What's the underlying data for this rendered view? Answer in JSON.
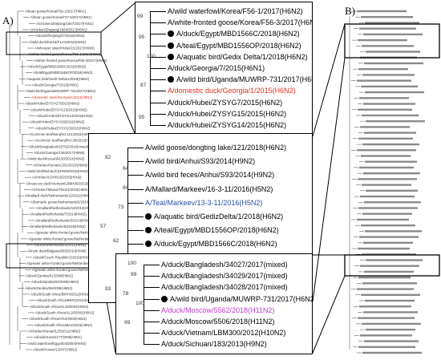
{
  "panel_a_label": "A)",
  "panel_b_label": "B)",
  "inset1": [
    {
      "text": "A/wild waterfowl/Korea/F56-1/2017(H6N2)",
      "color": "black",
      "dot": false
    },
    {
      "text": "A/white-fronted goose/Korea/F56-3/2017(H6N2)",
      "color": "black",
      "dot": false
    },
    {
      "text": "A/duck/Egypt/MBD1566C/2018(H6N2)",
      "color": "black",
      "dot": true
    },
    {
      "text": "A/teal/Egypt/MBD1556OP/2018(H6N2)",
      "color": "black",
      "dot": true
    },
    {
      "text": "A/aquatic bird/Gedix Delta/1/2018(H6N2)",
      "color": "black",
      "dot": true
    },
    {
      "text": "A/duck/Georgia/7/2015(H6N1)",
      "color": "black",
      "dot": false
    },
    {
      "text": "A/wild bird/Uganda/MUWRP-731/2017(H6N2)",
      "color": "black",
      "dot": true
    },
    {
      "text": "A/domestic duck/Georgia/1/2015(H6N2)",
      "color": "red",
      "dot": false
    },
    {
      "text": "A/duck/Hubei/ZYSYG7/2015(H6N2)",
      "color": "black",
      "dot": false
    },
    {
      "text": "A/duck/Hubei/ZYSYG15/2015(H6N2)",
      "color": "black",
      "dot": false
    },
    {
      "text": "A/duck/Hubei/ZYSYG14/2015(H6N2)",
      "color": "black",
      "dot": false
    }
  ],
  "inset1_bootstrap": [
    "99",
    "95",
    "100",
    "87",
    "95"
  ],
  "inset2": [
    {
      "text": "A/wild goose/dongting lake/121/2018(H6N2)",
      "color": "black",
      "dot": false
    },
    {
      "text": "A/wild bird/Anhui/S93/2014(H9N2)",
      "color": "black",
      "dot": false
    },
    {
      "text": "A/wild bird feces/Anhui/S93/2014(H9N2)",
      "color": "black",
      "dot": false
    },
    {
      "text": "A/Mallard/Markeev/16-3-11/2016(H5N2)",
      "color": "black",
      "dot": false
    },
    {
      "text": "A/Teal/Markeev/13-3-11/2016(H5N2)",
      "color": "blue",
      "dot": false
    },
    {
      "text": "A/aquatic bird/GedizDelta/1/2018(H6N2)",
      "color": "black",
      "dot": true
    },
    {
      "text": "A/teal/Egypt/MBD1556OP/2018(H6N2)",
      "color": "black",
      "dot": true
    },
    {
      "text": "A/duck/Egypt/MBD1566C/2018(H6N2)",
      "color": "black",
      "dot": true
    },
    {
      "text": "A/mallard duck/Netherlands/56/2015(H3N2)",
      "color": "black",
      "dot": false
    },
    {
      "text": "A/mallard duck/Netherlands/18/2012(H4N2)",
      "color": "black",
      "dot": false
    },
    {
      "text": "A/mallard/Netherlands/18/2012(H4N2)",
      "color": "black",
      "dot": false
    }
  ],
  "inset2_bootstrap": [
    "82",
    "64",
    "84",
    "73",
    "57",
    "62",
    "99",
    "93"
  ],
  "inset3": [
    {
      "text": "A/duck/Bangladesh/34027/2017(mixed)",
      "color": "black",
      "dot": false
    },
    {
      "text": "A/duck/Bangladesh/34029/2017(mixed)",
      "color": "black",
      "dot": false
    },
    {
      "text": "A/duck/Bangladesh/34028/2017(mixed)",
      "color": "black",
      "dot": false
    },
    {
      "text": "A/wild bird/Uganda/MUWRP-731/2017(H6N2)",
      "color": "black",
      "dot": true
    },
    {
      "text": "A/duck/Moscow/5562/2018(H11N2)",
      "color": "magenta",
      "dot": false
    },
    {
      "text": "A/duck/Moscow/5506/2018(H11N2)",
      "color": "black",
      "dot": false
    },
    {
      "text": "A/duck/Vietnam/LBM300/2012(H10N2)",
      "color": "black",
      "dot": false
    },
    {
      "text": "A/duck/Sichuan/183/2013(H9N2)",
      "color": "black",
      "dot": false
    }
  ],
  "inset3_bootstrap": [
    "100",
    "99",
    "78",
    "100",
    "99"
  ],
  "tree_a_labels": [
    "A/bean goose/Korea/F56-1/2017(H6N1)",
    "A/bean goose/Korea/F27-6/2017(H6N1)",
    "A/chicken/Zhejiang/1667/2017(H6N1)",
    "A/chicken/Zhejiang/1664/2017(H6N1)",
    "A/duck/Zhejiang/27/2018(H6N2)",
    "A/wild duck/Korea/F14-6/2016(H6N1)",
    "A/whooper swan/Hubei/21/2017(H6N6)",
    "A/white-fronted goose/Korea/F56-1/2017(H6N2)",
    "A/white-fronted goose/Korea/F56-3/2017(H6N2)",
    "A/duck/Egypt/MBD1566C/2018(H6N2)",
    "A/teal/Egypt/MBD1556OP/2018(H6N2)",
    "A/aquatic bird/Gediz Delta/1/2018(H6N2)",
    "A/duck/Georgia/7/2015(H6N1)",
    "A/wild bird/Uganda/MUWRP-731/2017(H6N2)",
    "A/domestic duck/Georgia/1/2015(H6N2)",
    "A/duck/Hubei/ZYSYG7/2015(H6N2)",
    "A/duck/Hubei/ZYSYG15/2015(H6N2)",
    "A/duck/Hubei/ZYSYG14/2015(H6N2)",
    "A/duck/Hubei/ZYSYG8/2015(H6N2)",
    "A/duck/Hubei/ZYSYG3/2015(H6N2)",
    "A/common teal/Nanji/NJ-121/2015(H6N6)",
    "A/common teal/Nanji/NJ-28/2013(H6N1)",
    "A/duck/Bangladesh/25762/2016(mixed)",
    "A/duck/Guangxi/135/2017(H6N6)",
    "A/wild duck/Korea/W130/2014(H6N2)",
    "A/chicken/Hunan/LS31/2015(H6N6)",
    "A/wild bird/Wuhan/CDHN09/2015(H6N2)",
    "A/chicken/CDHN15/2015(H6N2)",
    "A/muscovy duck/Vietnam/LBM430/2013(H6N2)",
    "A/chicken/Taiwan/TMJ14/2015(H6N2)",
    "A/mallard duck/Netherlands/12/2012(H6N1)",
    "A/barnacle goose/Netherlands/2/2014(H6N8)",
    "A/mallard/Netherlands/10/2014(H6N2)",
    "A/mallard/Netherlands/7/2014(H6N2)",
    "A/mallard/Netherlands/3/2014(H6N2)",
    "A/mallard/Netherlands/5/2015(H6N2)",
    "A/greater white-fronted goose/Netherlands/9/2011(H6N8)",
    "A/greater white-fronted goose/Netherlands/1/2011(H6N8)",
    "A/duck/Netherlands/2/2011(H6N1)",
    "A/mule duck/Bulgaria/365/2010(H6N6)",
    "A/duck/Czech Republic/1/2015(H6N2)",
    "A/greater white-fronted goose/Netherlands/2/2009(H6N2)",
    "A/greater white-fronted goose/Netherlands/3/2011(H6N8)",
    "A/duck/Zambia/01/2008(H6N2)",
    "A/duck/Zambia/02/2008(H6N2)",
    "A/duck/Zambia/06/2008(H6N2)",
    "A/duck/South Africa/BKR4/2012(H6N2)",
    "A/duck/South Africa/BKR2/2012(H6N2)",
    "A/duck/South Africa/AL25/2002(H6N2)",
    "A/duck/South Africa/AL18/2002(H6N2)",
    "A/duck/South Africa/VG4/2002(H6N2)",
    "A/duck/South Africa/MA3/2015(H6N2)",
    "A/chicken/Hunan/125/2011(H6N2)",
    "A/duck/Hunan/177/2005(H6N1)",
    "A/wild waterfowl/Egypt/04/2004(H6N2)",
    "A/duck/Hunan/1/2007(H6N2)"
  ],
  "tree_b_label_count": 60
}
